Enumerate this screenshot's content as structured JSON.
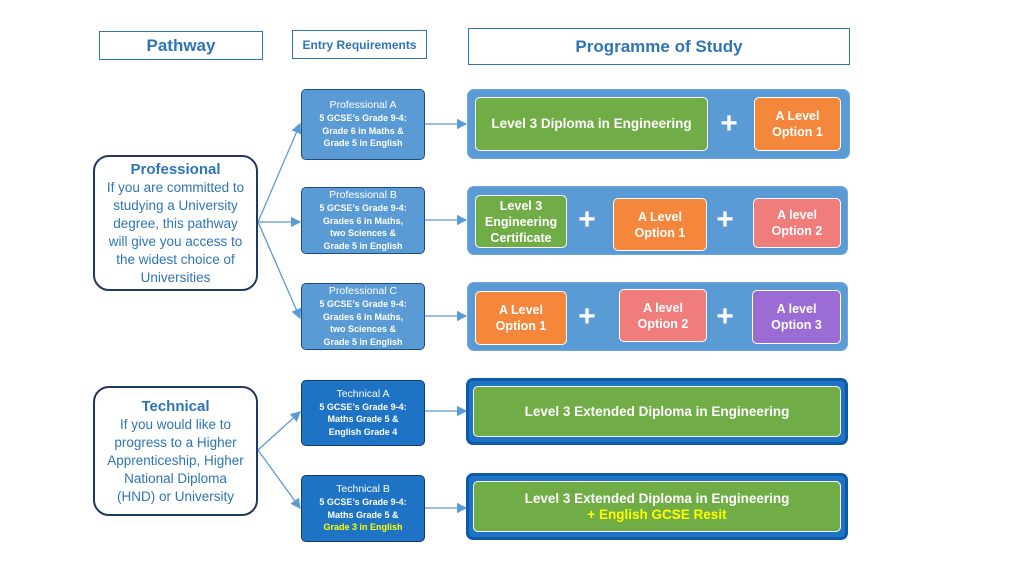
{
  "headers": {
    "pathway": "Pathway",
    "entry": "Entry Requirements",
    "programme": "Programme of Study"
  },
  "pathways": {
    "professional": {
      "title": "Professional",
      "description": "If you are committed to studying a University degree, this pathway will give you access to the widest choice of Universities"
    },
    "technical": {
      "title": "Technical",
      "description": "If you would like to progress to a Higher Apprenticeship, Higher National Diploma (HND) or University"
    }
  },
  "entries": {
    "prof_a": {
      "title": "Professional A",
      "lines": [
        "5 GCSE’s Grade 9-4:",
        "Grade 6 in Maths &",
        "Grade 5 in English"
      ]
    },
    "prof_b": {
      "title": "Professional B",
      "lines": [
        "5 GCSE’s Grade 9-4:",
        "Grades 6 in Maths,",
        "two Sciences &",
        "Grade 5 in English"
      ]
    },
    "prof_c": {
      "title": "Professional C",
      "lines": [
        "5 GCSE’s Grade 9-4:",
        "Grades 6 in Maths,",
        "two Sciences &",
        "Grade 5 in English"
      ]
    },
    "tech_a": {
      "title": "Technical A",
      "lines": [
        "5 GCSE’s Grade 9-4:",
        "Maths Grade 5 &",
        "English Grade 4"
      ]
    },
    "tech_b": {
      "title": "Technical B",
      "lines": [
        "5 GCSE’s Grade 9-4:",
        "Maths Grade 5 &",
        "Grade 3 in English"
      ]
    }
  },
  "programmes": {
    "prof_a": {
      "diploma": "Level 3 Diploma in Engineering",
      "plus": "+",
      "option1": [
        "A Level",
        "Option 1"
      ]
    },
    "prof_b": {
      "certificate": [
        "Level 3",
        "Engineering",
        "Certificate"
      ],
      "plus": "+",
      "option1": [
        "A Level",
        "Option 1"
      ],
      "option2": [
        "A level",
        "Option 2"
      ]
    },
    "prof_c": {
      "plus": "+",
      "option1": [
        "A Level",
        "Option 1"
      ],
      "option2": [
        "A level",
        "Option 2"
      ],
      "option3": [
        "A level",
        "Option 3"
      ]
    },
    "tech_a": {
      "diploma": "Level 3  Extended Diploma in Engineering"
    },
    "tech_b": {
      "diploma": "Level 3  Extended Diploma in Engineering",
      "resit": "+  English GCSE Resit"
    }
  },
  "colors": {
    "accent_blue": "#2e75b6",
    "navy": "#1f3864",
    "panel_light": "#5b9bd5",
    "panel_dark": "#1f73c4",
    "green": "#70ad47",
    "orange": "#f4873c",
    "pink": "#f07c7c",
    "purple": "#9b6bd6",
    "highlight_yellow": "#ffff00"
  }
}
